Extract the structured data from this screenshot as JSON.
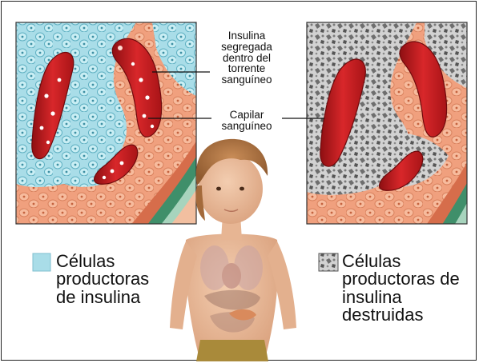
{
  "annotations": {
    "insulin_secreted": "Insulina\nsegregada\ndentro del\ntorrente\nsanguíneo",
    "capillary": "Capilar\nsanguíneo"
  },
  "legend": {
    "producing_cells": "Células\nproductoras\nde insulina",
    "destroyed_cells": "Células\nproductoras de\ninsulina\ndestruidas"
  },
  "colors": {
    "insulin_cells": "#a9dde8",
    "other_cells": "#f2a482",
    "capillary": "#c81e1e",
    "vessel_wall": "#3f8f6a",
    "destroyed_cells": "#8c8c8c",
    "skin": "#e9bc9b",
    "hair": "#b1784a"
  },
  "icons": [
    "producing-cell-swatch",
    "destroyed-cell-swatch"
  ]
}
